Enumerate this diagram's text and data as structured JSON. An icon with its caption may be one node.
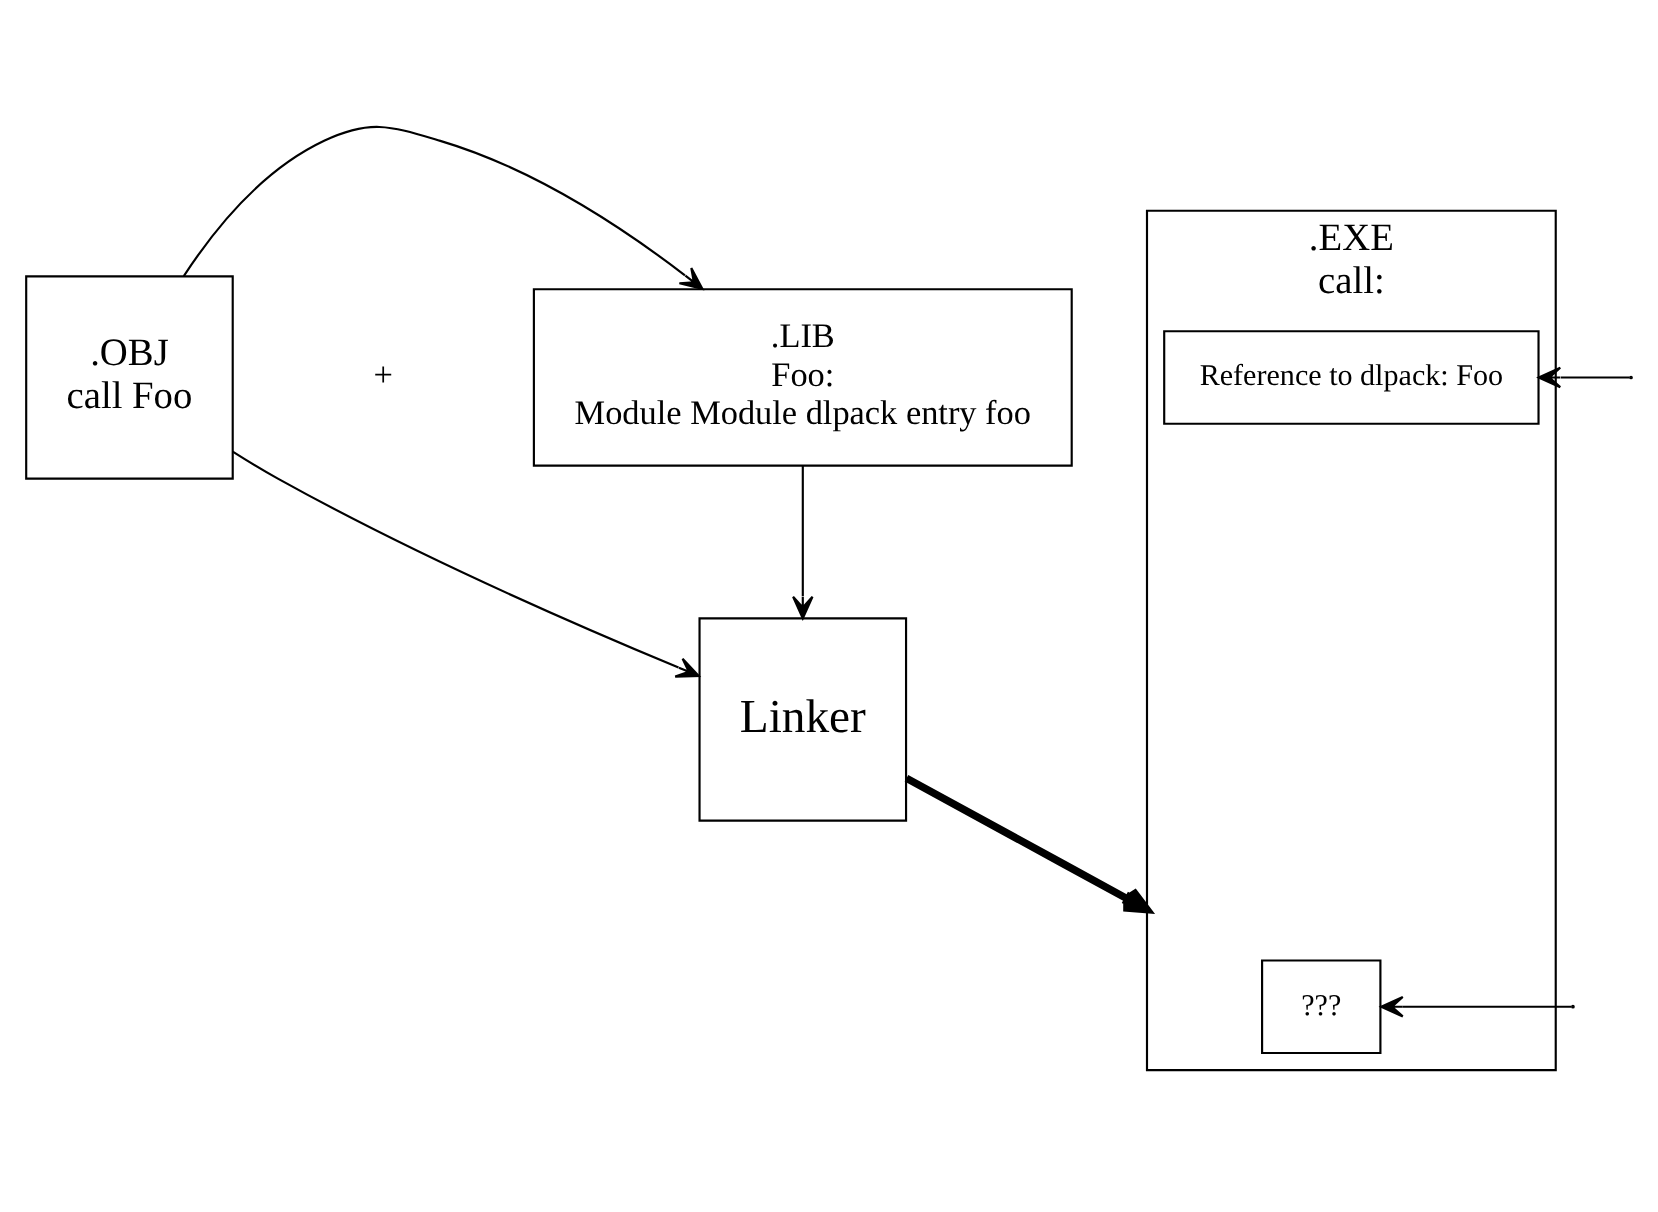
{
  "diagram": {
    "nodes": [
      {
        "text": [
          ".OBJ",
          "call Foo"
        ]
      },
      {
        "text": [
          ".LIB",
          "Foo:",
          "Module Module dlpack entry foo"
        ]
      },
      {
        "text": [
          "Linker"
        ]
      },
      {
        "text": [
          ".EXE",
          "call:"
        ]
      },
      {
        "text": [
          "???"
        ],
        "in": 3
      },
      {
        "text": [
          "Reference to dlpack: Foo"
        ],
        "in": 3
      }
    ],
    "edges": [
      {
        "from": 0,
        "to": 1,
        "arrow": "to"
      },
      {
        "from": 0,
        "to": 2,
        "arrow": "to"
      },
      {
        "from": 1,
        "to": 2,
        "arrow": "to"
      },
      {
        "from": 2,
        "to": 3,
        "arrow": "to",
        "style": "thick"
      },
      {
        "from": null,
        "to": 4,
        "arrow": "to"
      },
      {
        "from": null,
        "to": 5,
        "arrow": "to"
      }
    ],
    "labels": [
      "+"
    ]
  }
}
